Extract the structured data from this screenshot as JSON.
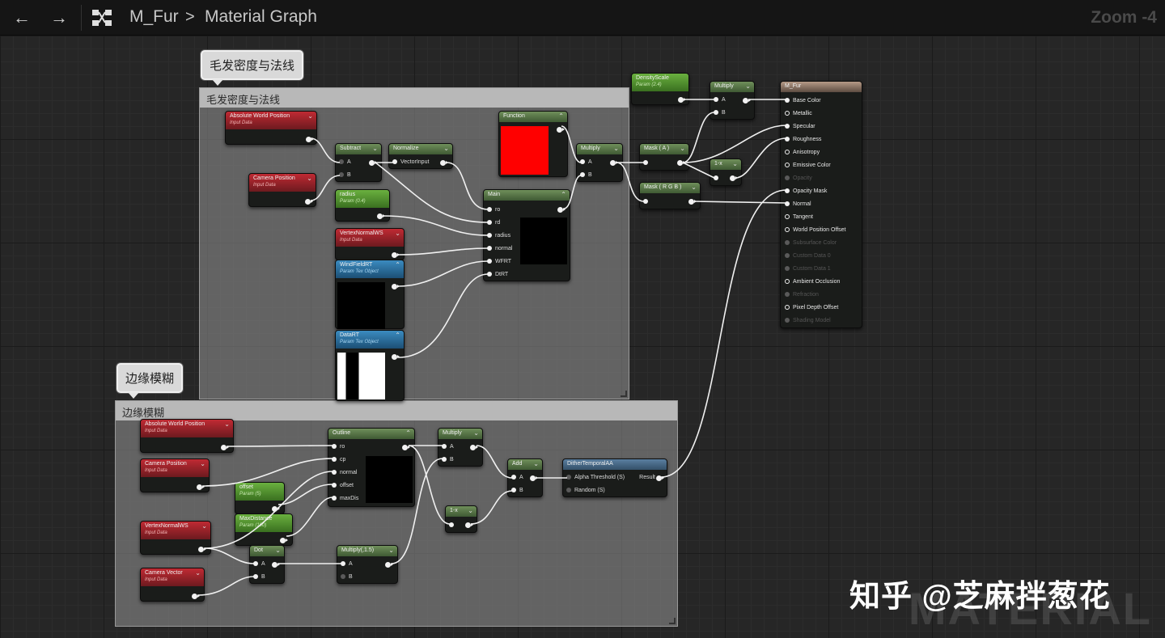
{
  "topbar": {
    "back_icon": "←",
    "forward_icon": "→",
    "breadcrumb_1": "M_Fur",
    "breadcrumb_sep": ">",
    "breadcrumb_2": "Material Graph",
    "zoom": "Zoom -4"
  },
  "comments": {
    "fur": {
      "bubble": "毛发密度与法线",
      "header": "毛发密度与法线"
    },
    "edge": {
      "bubble": "边缘模糊",
      "header": "边缘模糊"
    }
  },
  "nodes": {
    "abs_world_pos_1": {
      "title": "Absolute World Position",
      "sub": "Input Data"
    },
    "camera_pos_1": {
      "title": "Camera Position",
      "sub": "Input Data"
    },
    "subtract": {
      "title": "Subtract",
      "pins": [
        "A",
        "B"
      ]
    },
    "normalize": {
      "title": "Normalize",
      "pins": [
        "VectorInput"
      ]
    },
    "radius": {
      "title": "radius",
      "sub": "Param (0.4)"
    },
    "vertex_normal_1": {
      "title": "VertexNormalWS",
      "sub": "Input Data"
    },
    "windfield": {
      "title": "WindFieldRT",
      "sub": "Param Tex Object"
    },
    "datart": {
      "title": "DataRT",
      "sub": "Param Tex Object"
    },
    "function": {
      "title": "Function"
    },
    "main": {
      "title": "Main",
      "pins": [
        "ro",
        "rd",
        "radius",
        "normal",
        "WFRT",
        "DtRT"
      ]
    },
    "multiply_1": {
      "title": "Multiply",
      "pins": [
        "A",
        "B"
      ]
    },
    "density_scale": {
      "title": "DensityScale",
      "sub": "Param (2.4)"
    },
    "multiply_2": {
      "title": "Multiply",
      "pins": [
        "A",
        "B"
      ]
    },
    "mask_a": {
      "title": "Mask ( A )"
    },
    "one_minus_1": {
      "title": "1-x"
    },
    "mask_rgb": {
      "title": "Mask ( R G B )"
    },
    "abs_world_pos_2": {
      "title": "Absolute World Position",
      "sub": "Input Data"
    },
    "camera_pos_2": {
      "title": "Camera Position",
      "sub": "Input Data"
    },
    "offset": {
      "title": "offset",
      "sub": "Param (5)"
    },
    "max_distance": {
      "title": "MaxDistance",
      "sub": "Param (100)"
    },
    "vertex_normal_2": {
      "title": "VertexNormalWS",
      "sub": "Input Data"
    },
    "camera_vector": {
      "title": "Camera Vector",
      "sub": "Input Data"
    },
    "dot": {
      "title": "Dot",
      "pins": [
        "A",
        "B"
      ]
    },
    "outline": {
      "title": "Outline",
      "pins": [
        "ro",
        "cp",
        "normal",
        "offset",
        "maxDis"
      ]
    },
    "multiply_3": {
      "title": "Multiply",
      "pins": [
        "A",
        "B"
      ]
    },
    "multiply_4": {
      "title": "Multiply(,1.5)",
      "pins": [
        "A",
        "B"
      ]
    },
    "one_minus_2": {
      "title": "1-x"
    },
    "add": {
      "title": "Add",
      "pins": [
        "A",
        "B"
      ]
    },
    "dither": {
      "title": "DitherTemporalAA",
      "pins": [
        "Alpha Threshold (S)",
        "Random (S)"
      ],
      "out": "Result"
    }
  },
  "result_node": {
    "title": "M_Fur",
    "pins": [
      {
        "label": "Base Color",
        "active": true
      },
      {
        "label": "Metallic",
        "active": true
      },
      {
        "label": "Specular",
        "active": true
      },
      {
        "label": "Roughness",
        "active": true
      },
      {
        "label": "Anisotropy",
        "active": true
      },
      {
        "label": "Emissive Color",
        "active": true
      },
      {
        "label": "Opacity",
        "active": false
      },
      {
        "label": "Opacity Mask",
        "active": true
      },
      {
        "label": "Normal",
        "active": true
      },
      {
        "label": "Tangent",
        "active": true
      },
      {
        "label": "World Position Offset",
        "active": true
      },
      {
        "label": "Subsurface Color",
        "active": false
      },
      {
        "label": "Custom Data 0",
        "active": false
      },
      {
        "label": "Custom Data 1",
        "active": false
      },
      {
        "label": "Ambient Occlusion",
        "active": true
      },
      {
        "label": "Refraction",
        "active": false
      },
      {
        "label": "Pixel Depth Offset",
        "active": true
      },
      {
        "label": "Shading Model",
        "active": false
      }
    ]
  },
  "watermark": "知乎 @芝麻拌葱花",
  "canvas_watermark": "MATERIAL",
  "colors": {
    "function_preview": "#ff0000",
    "input_header": "#c02a33",
    "param_header": "#6ab03f",
    "texture_header": "#3b8bc0",
    "math_header": "#6f8f5a"
  }
}
